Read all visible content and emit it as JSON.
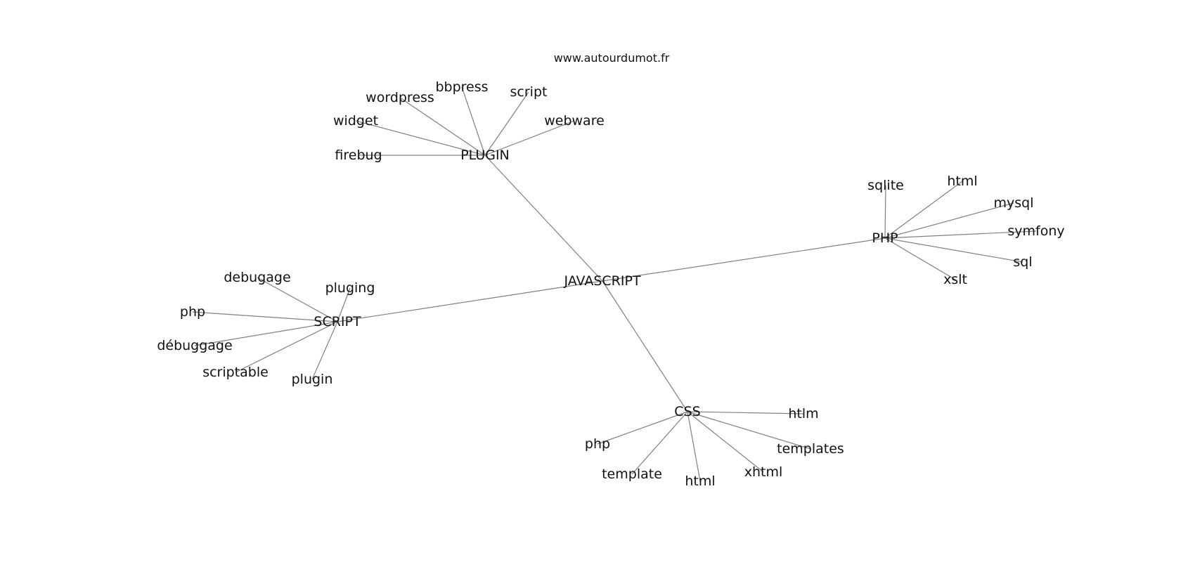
{
  "site": "www.autourdumot.fr",
  "center": "JAVASCRIPT",
  "groups": [
    {
      "hub": "PLUGIN",
      "leaves": [
        "firebug",
        "widget",
        "wordpress",
        "bbpress",
        "script",
        "webware"
      ]
    },
    {
      "hub": "PHP",
      "leaves": [
        "sqlite",
        "html",
        "mysql",
        "symfony",
        "sql",
        "xslt"
      ]
    },
    {
      "hub": "SCRIPT",
      "leaves": [
        "debugage",
        "pluging",
        "php",
        "débuggage",
        "scriptable",
        "plugin"
      ]
    },
    {
      "hub": "CSS",
      "leaves": [
        "php",
        "template",
        "html",
        "xhtml",
        "templates",
        "htlm"
      ]
    }
  ]
}
